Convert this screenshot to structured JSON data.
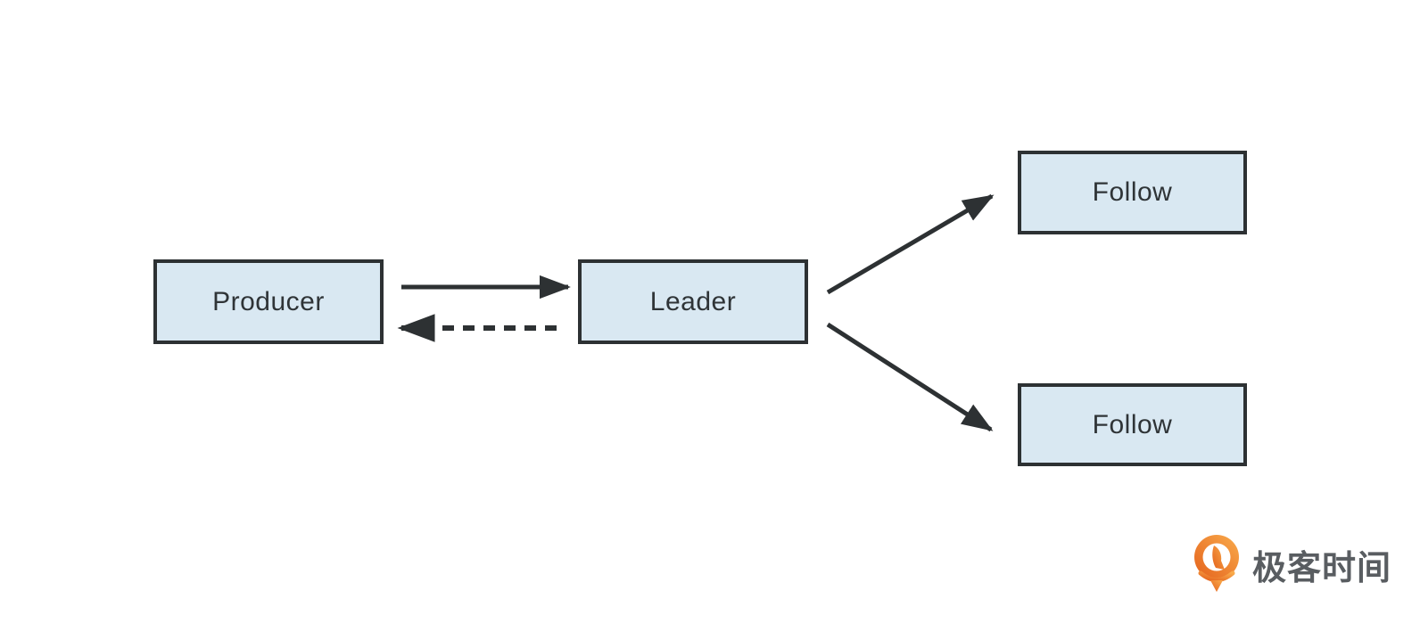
{
  "page": {
    "background": "#ffffff"
  },
  "diagram": {
    "type": "flow",
    "nodes": [
      {
        "id": "producer",
        "label": "Producer"
      },
      {
        "id": "leader",
        "label": "Leader"
      },
      {
        "id": "follow_top",
        "label": "Follow"
      },
      {
        "id": "follow_bottom",
        "label": "Follow"
      }
    ],
    "edges": [
      {
        "from": "producer",
        "to": "leader",
        "style": "solid",
        "direction": "right"
      },
      {
        "from": "leader",
        "to": "producer",
        "style": "dashed",
        "direction": "left"
      },
      {
        "from": "leader",
        "to": "follow_top",
        "style": "solid",
        "direction": "up-right"
      },
      {
        "from": "leader",
        "to": "follow_bottom",
        "style": "solid",
        "direction": "down-right"
      }
    ],
    "colors": {
      "node_fill": "#d9e8f2",
      "node_border": "#2d3133",
      "node_text": "#2f3437",
      "arrow": "#2d3133"
    }
  },
  "branding": {
    "icon": "geektime-pin-icon",
    "icon_color_light": "#f9ab4b",
    "icon_color_dark": "#e4611c",
    "text": "极客时间",
    "text_color": "#595d61"
  }
}
